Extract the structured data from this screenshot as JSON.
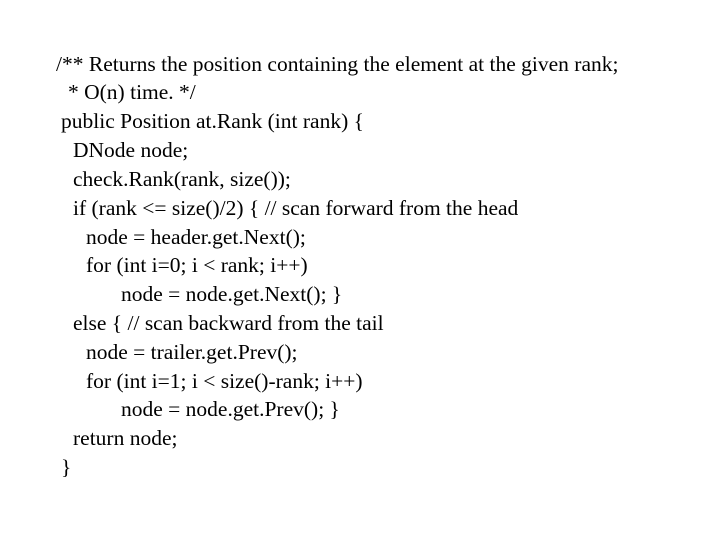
{
  "code": {
    "lines": [
      "/** Returns the position containing the element at the given rank;",
      "* O(n) time. */",
      "public Position at.Rank (int rank) {",
      "DNode node;",
      "check.Rank(rank, size());",
      "if (rank <= size()/2) { // scan forward from the head",
      "node = header.get.Next();",
      "for (int i=0; i < rank; i++)",
      "node = node.get.Next(); }",
      "else { // scan backward from the tail",
      "node = trailer.get.Prev();",
      "for (int i=1; i < size()-rank; i++)",
      "node = node.get.Prev(); }",
      "return node;",
      "}"
    ]
  }
}
